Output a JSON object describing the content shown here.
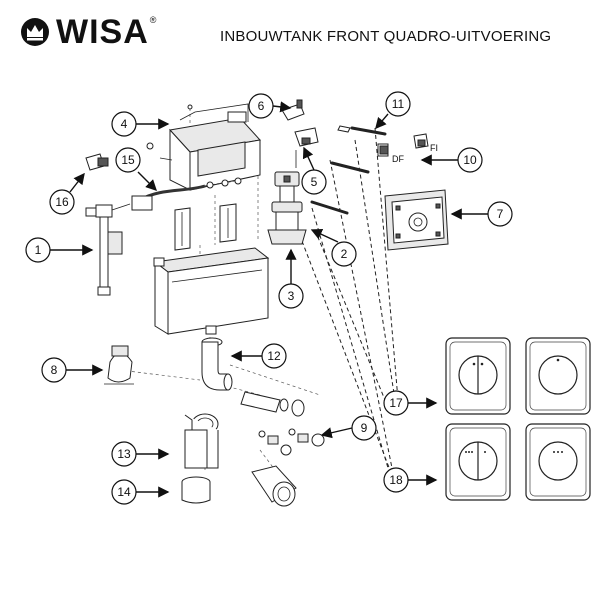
{
  "header": {
    "brand": "WISA",
    "registered_mark": "®",
    "title": "INBOUWTANK FRONT QUADRO-UITVOERING"
  },
  "labels": {
    "df": "DF",
    "fi": "FI"
  },
  "callouts": [
    {
      "id": "callout-1",
      "number": "1"
    },
    {
      "id": "callout-2",
      "number": "2"
    },
    {
      "id": "callout-3",
      "number": "3"
    },
    {
      "id": "callout-4",
      "number": "4"
    },
    {
      "id": "callout-5",
      "number": "5"
    },
    {
      "id": "callout-6",
      "number": "6"
    },
    {
      "id": "callout-7",
      "number": "7"
    },
    {
      "id": "callout-8",
      "number": "8"
    },
    {
      "id": "callout-9",
      "number": "9"
    },
    {
      "id": "callout-10",
      "number": "10"
    },
    {
      "id": "callout-11",
      "number": "11"
    },
    {
      "id": "callout-12",
      "number": "12"
    },
    {
      "id": "callout-13",
      "number": "13"
    },
    {
      "id": "callout-14",
      "number": "14"
    },
    {
      "id": "callout-15",
      "number": "15"
    },
    {
      "id": "callout-16",
      "number": "16"
    },
    {
      "id": "callout-17",
      "number": "17"
    },
    {
      "id": "callout-18",
      "number": "18"
    }
  ],
  "colors": {
    "ink": "#111111",
    "background": "#ffffff"
  }
}
